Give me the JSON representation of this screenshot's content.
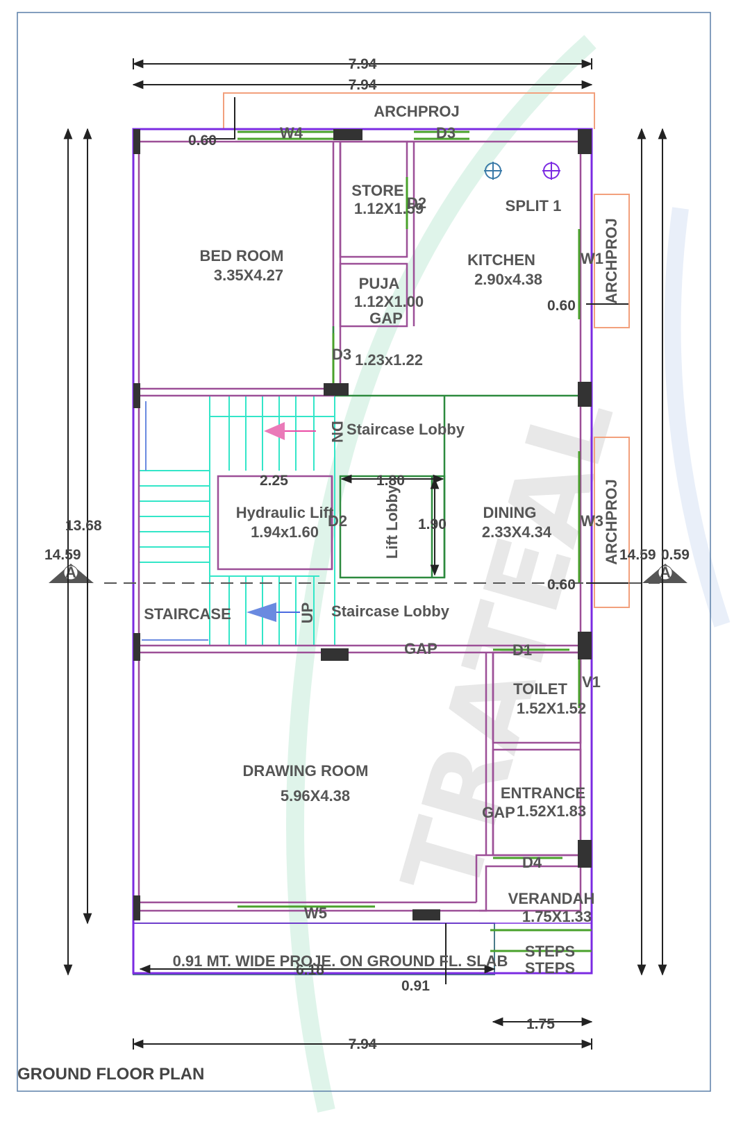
{
  "title": "GROUND FLOOR PLAN",
  "brand": "ARCHPROJ",
  "colors": {
    "outer_wall": "#7b2be2",
    "wall": "#9c4f97",
    "window": "#49a12b",
    "stair": "#33e6c8",
    "projection": "#f2a07c",
    "border": "#5a7fa8",
    "column": "#333333",
    "dim": "#222222",
    "text": "#555555"
  },
  "dimensions": {
    "top_outer": "7.94",
    "top_inner": "7.94",
    "bottom": "7.94",
    "left_inner": "13.68",
    "left_outer": "14.59",
    "right": "14.59",
    "right_overlap": "0.59",
    "offset_top_left": "0.60",
    "offset_kitchen": "0.60",
    "offset_dining": "0.60",
    "stair_width": "2.25",
    "lobby_width": "1.80",
    "lobby_height": "1.90",
    "proj_bottom": "0.91",
    "proj_length": "6.18",
    "verandah_width": "1.75",
    "section_mark": "A"
  },
  "rooms": {
    "bedroom": {
      "name": "BED ROOM",
      "size": "3.35X4.27"
    },
    "store": {
      "name": "STORE",
      "size": "1.12X1.59"
    },
    "puja": {
      "name": "PUJA",
      "size": "1.12X1.00"
    },
    "kitchen": {
      "name": "KITCHEN",
      "size": "2.90x4.38"
    },
    "passage": {
      "size": "1.23x1.22"
    },
    "lift": {
      "name": "Hydraulic Lift",
      "size": "1.94x1.60"
    },
    "lift_lobby": {
      "name": "Lift Lobby"
    },
    "dining": {
      "name": "DINING",
      "size": "2.33X4.34"
    },
    "staircase": {
      "name": "STAIRCASE"
    },
    "lobby_top": {
      "name": "Staircase Lobby"
    },
    "lobby_bottom": {
      "name": "Staircase Lobby"
    },
    "toilet": {
      "name": "TOILET",
      "size": "1.52X1.52"
    },
    "entrance": {
      "name": "ENTRANCE",
      "size": "1.52X1.83"
    },
    "drawing": {
      "name": "DRAWING ROOM",
      "size": "5.96X4.38"
    },
    "verandah": {
      "name": "VERANDAH",
      "size": "1.75X1.33"
    }
  },
  "openings": {
    "w4": "W4",
    "d3_top": "D3",
    "d2": "D2",
    "w1": "W1",
    "d3_mid": "D3",
    "d2_lift": "D2",
    "w_dining": "W3",
    "d1": "D1",
    "v1": "V1",
    "d4": "D4",
    "w5": "W5"
  },
  "labels": {
    "split": "SPLIT 1",
    "gap_puja": "GAP",
    "gap_lobby": "GAP",
    "gap_entrance": "GAP",
    "stair_dn": "DN",
    "stair_up": "UP",
    "steps_1": "STEPS",
    "steps_2": "STEPS",
    "projection_note": "0.91 MT. WIDE PROJE. ON GROUND FL. SLAB"
  },
  "watermark": "TRATEAL"
}
